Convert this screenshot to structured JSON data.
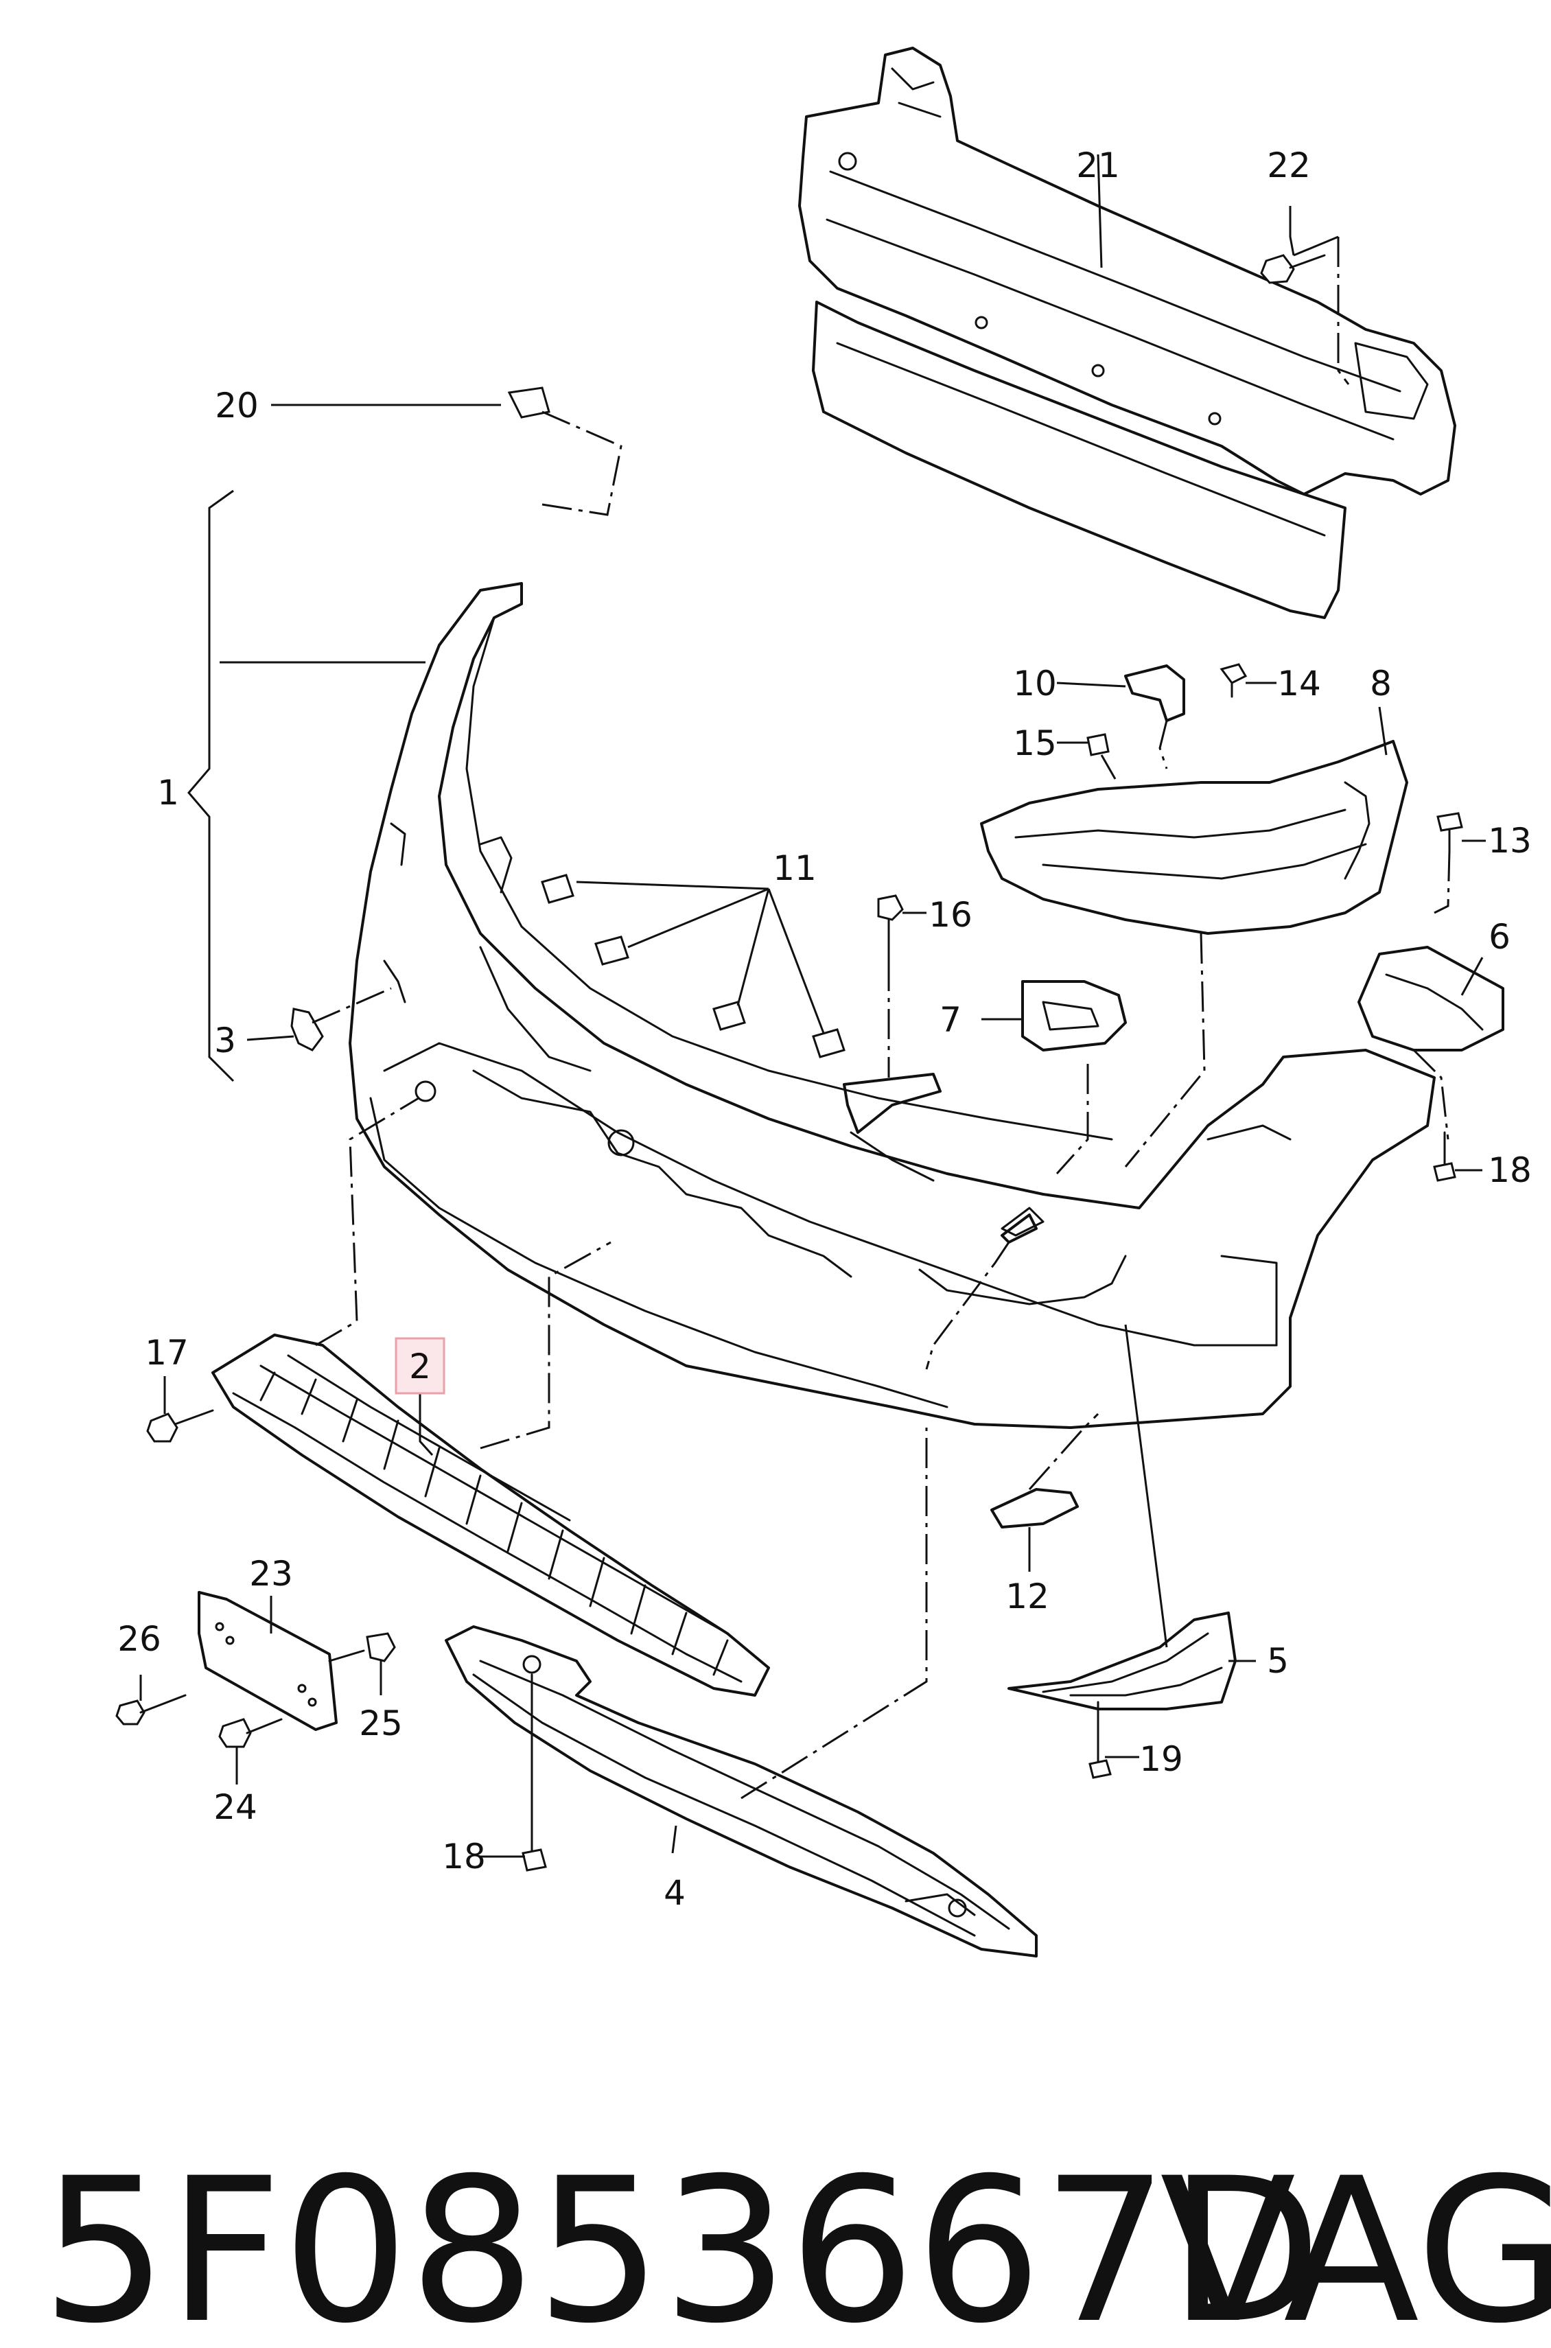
{
  "callouts": {
    "c1": "1",
    "c2": "2",
    "c3": "3",
    "c4": "4",
    "c5": "5",
    "c6": "6",
    "c7": "7",
    "c8": "8",
    "c10": "10",
    "c11": "11",
    "c12": "12",
    "c13": "13",
    "c14": "14",
    "c15": "15",
    "c16": "16",
    "c17": "17",
    "c18a": "18",
    "c18b": "18",
    "c19": "19",
    "c20": "20",
    "c21": "21",
    "c22": "22",
    "c23": "23",
    "c24": "24",
    "c25": "25",
    "c26": "26"
  },
  "highlight": {
    "callout": "2",
    "color": "#e8a0ab",
    "fill": "#fbe7ea"
  },
  "footer": {
    "part_number": "5F0853667D",
    "brand": "VAG"
  },
  "colors": {
    "line": "#111111",
    "background": "#ffffff"
  }
}
